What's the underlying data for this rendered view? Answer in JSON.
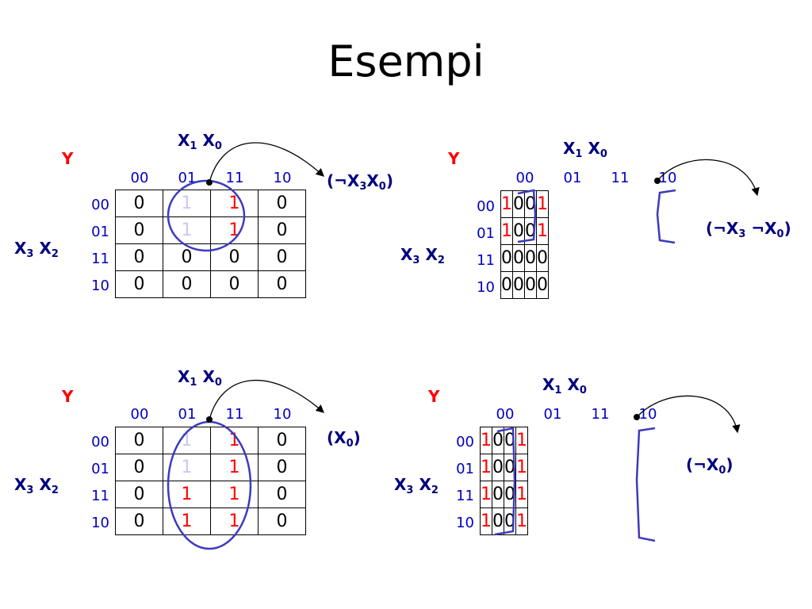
{
  "title": "Esempi",
  "labels": {
    "output": "Y",
    "col_var_a": "X",
    "col_sub_a": "1",
    "col_var_b": "X",
    "col_sub_b": "0",
    "row_var_a": "X",
    "row_sub_a": "3",
    "row_var_b": "X",
    "row_sub_b": "2"
  },
  "col_codes": [
    "00",
    "01",
    "11",
    "10"
  ],
  "row_codes": [
    "00",
    "01",
    "11",
    "10"
  ],
  "maps": [
    {
      "cells": [
        [
          "0",
          "1",
          "1",
          "0"
        ],
        [
          "0",
          "1",
          "1",
          "0"
        ],
        [
          "0",
          "0",
          "0",
          "0"
        ],
        [
          "0",
          "0",
          "0",
          "0"
        ]
      ],
      "result": {
        "open": "(",
        "neg1": "¬",
        "v1": "X",
        "s1": "3",
        "neg2": "",
        "v2": "X",
        "s2": "0",
        "close": ")"
      }
    },
    {
      "cells": [
        [
          "1",
          "0",
          "0",
          "1"
        ],
        [
          "1",
          "0",
          "0",
          "1"
        ],
        [
          "0",
          "0",
          "0",
          "0"
        ],
        [
          "0",
          "0",
          "0",
          "0"
        ]
      ],
      "result": {
        "open": "(",
        "neg1": "¬",
        "v1": "X",
        "s1": "3",
        "neg2": " ¬",
        "v2": "X",
        "s2": "0",
        "close": ")"
      }
    },
    {
      "cells": [
        [
          "0",
          "1",
          "1",
          "0"
        ],
        [
          "0",
          "1",
          "1",
          "0"
        ],
        [
          "0",
          "1",
          "1",
          "0"
        ],
        [
          "0",
          "1",
          "1",
          "0"
        ]
      ],
      "result": {
        "open": "(",
        "neg1": "",
        "v1": "",
        "s1": "",
        "neg2": "",
        "v2": "X",
        "s2": "0",
        "close": ")"
      }
    },
    {
      "cells": [
        [
          "1",
          "0",
          "0",
          "1"
        ],
        [
          "1",
          "0",
          "0",
          "1"
        ],
        [
          "1",
          "0",
          "0",
          "1"
        ],
        [
          "1",
          "0",
          "0",
          "1"
        ]
      ],
      "result": {
        "open": "(",
        "neg1": "",
        "v1": "",
        "s1": "",
        "neg2": "¬",
        "v2": "X",
        "s2": "0",
        "close": ")"
      }
    }
  ]
}
